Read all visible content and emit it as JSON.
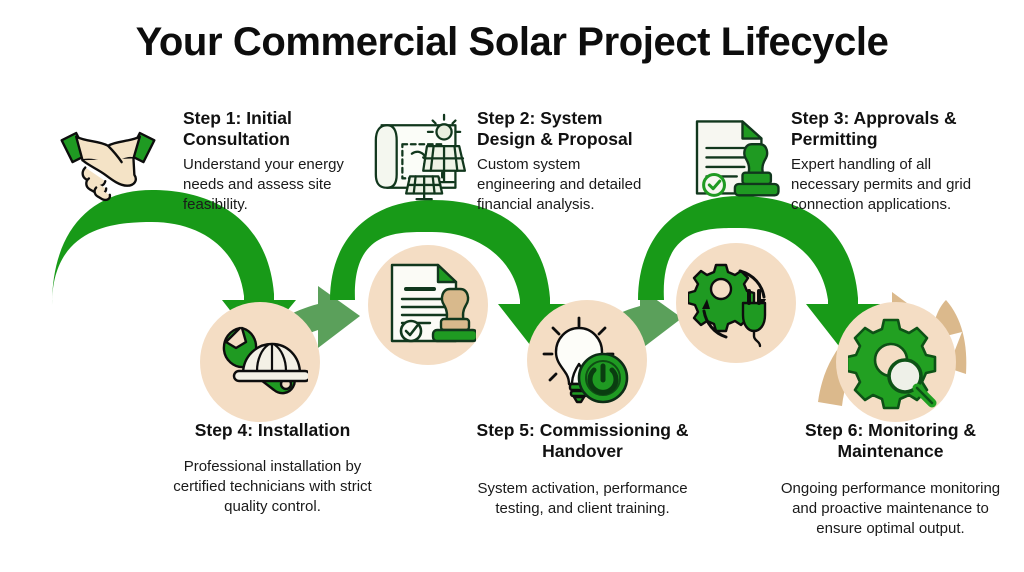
{
  "title": "Your Commercial Solar Project Lifecycle",
  "colors": {
    "background": "#ffffff",
    "arrow_dark_green": "#189a18",
    "arrow_light_green": "#5ba05b",
    "arrow_tan": "#dbb98c",
    "circle_beige": "#f4ddc4",
    "icon_green": "#1d9e1d",
    "icon_outline": "#0d2b16",
    "text_dark": "#111111"
  },
  "steps": [
    {
      "id": "step1",
      "row": "top",
      "heading": "Step 1: Initial Consultation",
      "body": "Understand your energy needs and assess site feasibility.",
      "icon": "handshake-icon"
    },
    {
      "id": "step2",
      "row": "top",
      "heading": "Step 2: System Design & Proposal",
      "body": "Custom system engineering and detailed financial analysis.",
      "icon": "solar-blueprint-icon"
    },
    {
      "id": "step3",
      "row": "top",
      "heading": "Step 3: Approvals & Permitting",
      "body": "Expert handling of all necessary permits and grid connection applications.",
      "icon": "permit-stamp-icon"
    },
    {
      "id": "step4",
      "row": "bottom",
      "heading": "Step 4: Installation",
      "body": "Professional installation by certified technicians with strict quality control.",
      "icon": "wrench-hardhat-icon"
    },
    {
      "id": "step5",
      "row": "bottom",
      "heading": "Step 5: Commissioning & Handover",
      "body": "System activation, performance testing, and client training.",
      "icon": "lightbulb-power-icon"
    },
    {
      "id": "step6",
      "row": "bottom",
      "heading": "Step 6: Monitoring & Maintenance",
      "body": "Ongoing performance monitoring and proactive maintenance to ensure optimal output.",
      "icon": "gear-magnifier-icon"
    }
  ],
  "circle_nodes": [
    {
      "id": "node-contract",
      "icon": "contract-stamp-icon"
    },
    {
      "id": "node-gearplug",
      "icon": "gear-plug-cycle-icon"
    },
    {
      "id": "node-wrench",
      "icon": "wrench-hardhat-icon"
    },
    {
      "id": "node-bulb",
      "icon": "lightbulb-power-icon"
    },
    {
      "id": "node-gearsearch",
      "icon": "gear-magnifier-icon"
    }
  ],
  "connectors": [
    {
      "id": "arc-1",
      "kind": "down-arrow",
      "color": "#189a18"
    },
    {
      "id": "arc-2",
      "kind": "up-arrow",
      "color": "#5ba05b"
    },
    {
      "id": "arc-3",
      "kind": "down-arrow",
      "color": "#189a18"
    },
    {
      "id": "arc-4",
      "kind": "up-arrow",
      "color": "#5ba05b"
    },
    {
      "id": "arc-5",
      "kind": "down-arrow",
      "color": "#189a18"
    },
    {
      "id": "arc-6",
      "kind": "up-arrow",
      "color": "#dbb98c"
    }
  ]
}
